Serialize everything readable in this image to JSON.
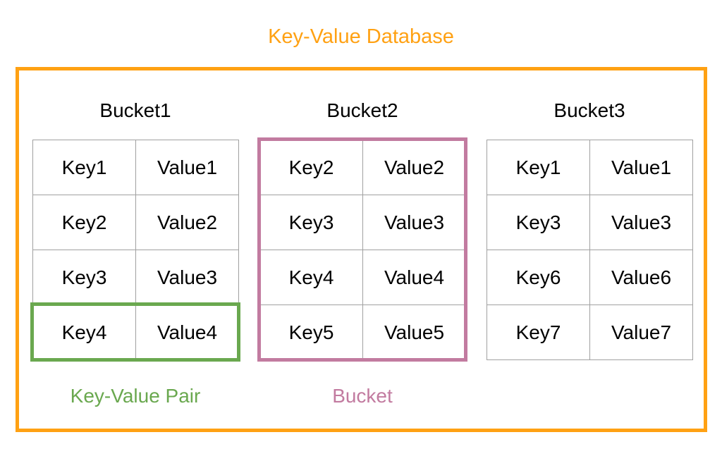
{
  "title": "Key-Value Database",
  "colors": {
    "accent_orange": "#ffa113",
    "accent_green": "#6aa84f",
    "accent_pink": "#c27ba0",
    "table_border_gray": "#a0a0a0",
    "text_black": "#000000"
  },
  "buckets": [
    {
      "name": "Bucket1",
      "rows": [
        [
          "Key1",
          "Value1"
        ],
        [
          "Key2",
          "Value2"
        ],
        [
          "Key3",
          "Value3"
        ],
        [
          "Key4",
          "Value4"
        ]
      ]
    },
    {
      "name": "Bucket2",
      "rows": [
        [
          "Key2",
          "Value2"
        ],
        [
          "Key3",
          "Value3"
        ],
        [
          "Key4",
          "Value4"
        ],
        [
          "Key5",
          "Value5"
        ]
      ]
    },
    {
      "name": "Bucket3",
      "rows": [
        [
          "Key1",
          "Value1"
        ],
        [
          "Key3",
          "Value3"
        ],
        [
          "Key6",
          "Value6"
        ],
        [
          "Key7",
          "Value7"
        ]
      ]
    }
  ],
  "legend": {
    "key_value_pair": "Key-Value Pair",
    "bucket": "Bucket"
  }
}
